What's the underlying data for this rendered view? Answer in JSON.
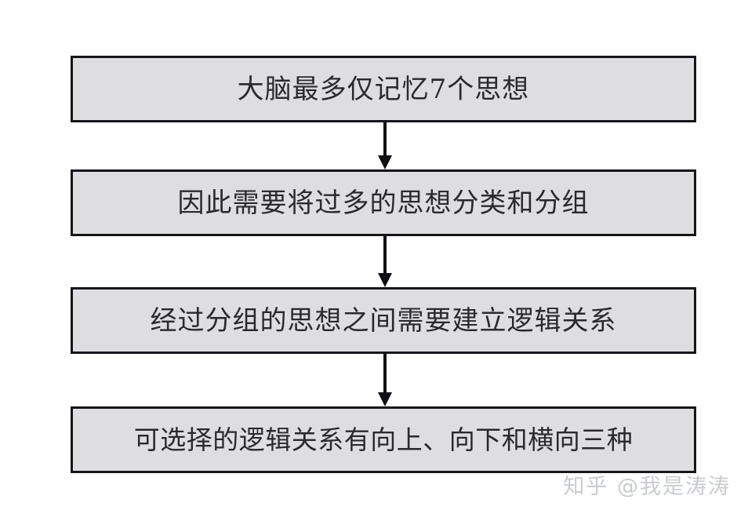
{
  "diagram": {
    "title": "",
    "background_color": "#ffffff",
    "box_fill_color": "#dedee0",
    "box_border_color": "#15151a",
    "text_color": "#2a2a2e",
    "arrow_color": "#101014",
    "nodes": [
      {
        "id": "node-1",
        "label": "大脑最多仅记忆7个思想"
      },
      {
        "id": "node-2",
        "label": "因此需要将过多的思想分类和分组"
      },
      {
        "id": "node-3",
        "label": "经过分组的思想之间需要建立逻辑关系"
      },
      {
        "id": "node-4",
        "label": "可选择的逻辑关系有向上、向下和横向三种"
      }
    ],
    "arrows": [
      {
        "id": "arrow-1",
        "from": "node-1",
        "to": "node-2",
        "direction": "down"
      },
      {
        "id": "arrow-2",
        "from": "node-2",
        "to": "node-3",
        "direction": "down"
      },
      {
        "id": "arrow-3",
        "from": "node-3",
        "to": "node-4",
        "direction": "down"
      }
    ]
  },
  "watermark": {
    "text": "知乎 @我是涛涛",
    "color": "#c9cbcf"
  }
}
